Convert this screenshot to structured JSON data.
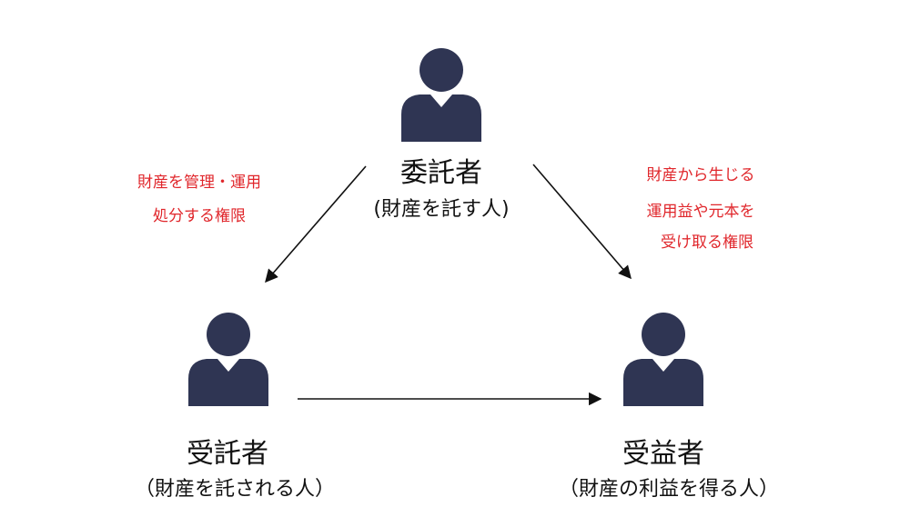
{
  "colors": {
    "icon": "#2f3553",
    "right_text": "#e0262b",
    "label_text": "#111111",
    "arrow": "#111111"
  },
  "entrustor": {
    "icon": "person-icon",
    "title": "委託者",
    "desc": "(財産を託す人)"
  },
  "trustee": {
    "icon": "person-icon",
    "title": "受託者",
    "desc": "（財産を託される人）"
  },
  "beneficiary": {
    "icon": "person-icon",
    "title": "受益者",
    "desc": "（財産の利益を得る人）"
  },
  "left_right": {
    "line1": "財産を管理・運用",
    "line2": "処分する権限"
  },
  "right_right": {
    "line1": "財産から生じる",
    "line2": "運用益や元本を",
    "line3": "受け取る権限"
  }
}
